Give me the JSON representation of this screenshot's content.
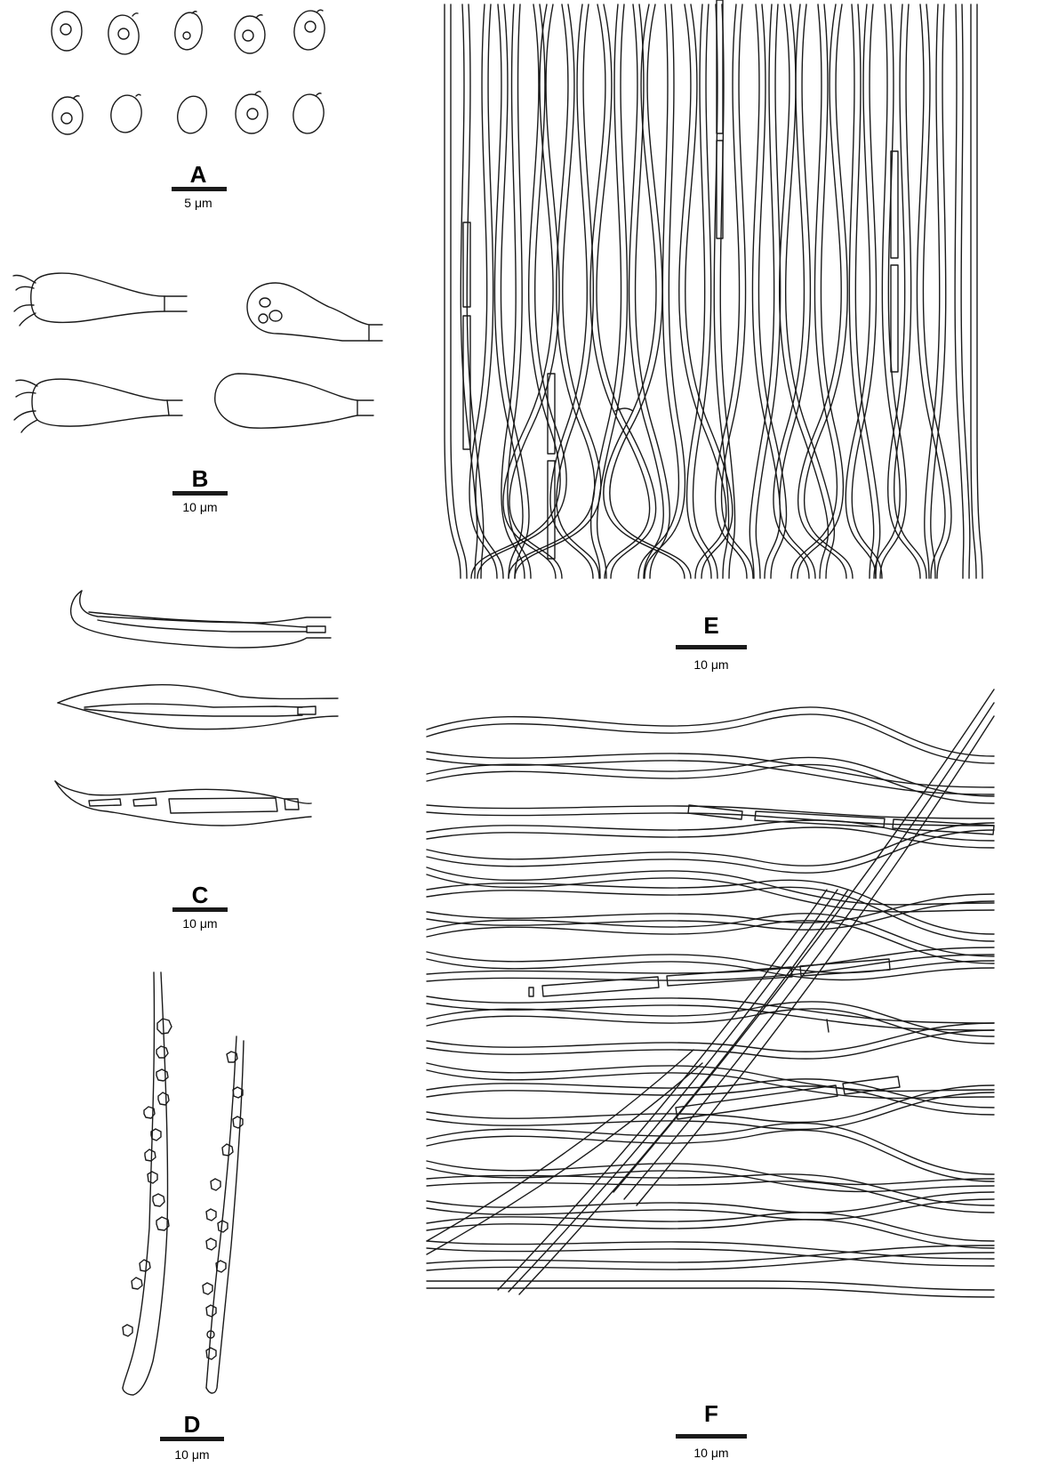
{
  "panels": [
    {
      "id": "A",
      "label": "A",
      "scale": "5 μm",
      "content": "spores"
    },
    {
      "id": "B",
      "label": "B",
      "scale": "10 μm",
      "content": "basidia and basidioles"
    },
    {
      "id": "C",
      "label": "C",
      "scale": "10 μm",
      "content": "cystidioles"
    },
    {
      "id": "D",
      "label": "D",
      "scale": "10 μm",
      "content": "encrusted hyphae"
    },
    {
      "id": "E",
      "label": "E",
      "scale": "10 μm",
      "content": "hyphae from trama"
    },
    {
      "id": "F",
      "label": "F",
      "scale": "10 μm",
      "content": "hyphae from context"
    }
  ],
  "colors": {
    "ink": "#1a1a1a",
    "background": "#ffffff"
  }
}
